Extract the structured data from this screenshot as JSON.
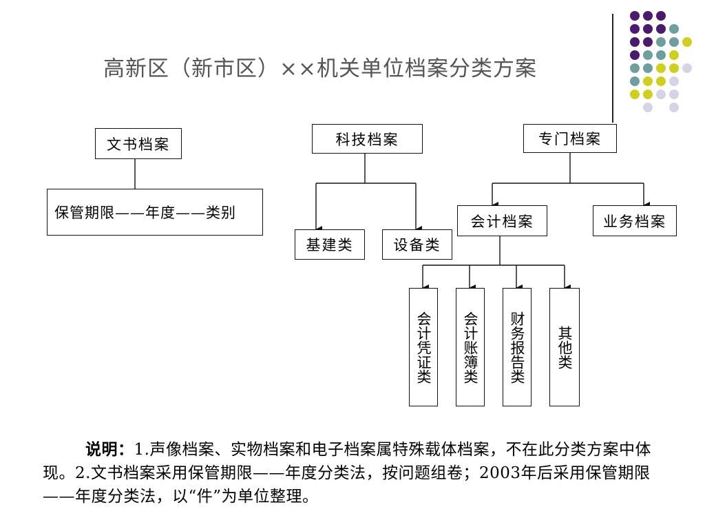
{
  "title": "高新区（新市区）××机关单位档案分类方案",
  "decor_colors": {
    "purple": "#4B1A6C",
    "teal": "#6E9E9E",
    "yellow": "#CFCF1E",
    "lavender": "#D5D3E6"
  },
  "nodes": {
    "wenshu": "文书档案",
    "wenshu_child": "保管期限——年度——类别",
    "keji": "科技档案",
    "jijian": "基建类",
    "shebei": "设备类",
    "zhuanmen": "专门档案",
    "kuaiji": "会计档案",
    "yewu": "业务档案",
    "pingzheng": "会计凭证类",
    "zhangbu": "会计账簿类",
    "baogao": "财务报告类",
    "qita": "其他类"
  },
  "note": {
    "label": "说明：",
    "text": "1.声像档案、实物档案和电子档案属特殊载体档案，不在此分类方案中体现。2.文书档案采用保管期限——年度分类法，按问题组卷；2003年后采用保管期限——年度分类法，以“件”为单位整理。"
  }
}
